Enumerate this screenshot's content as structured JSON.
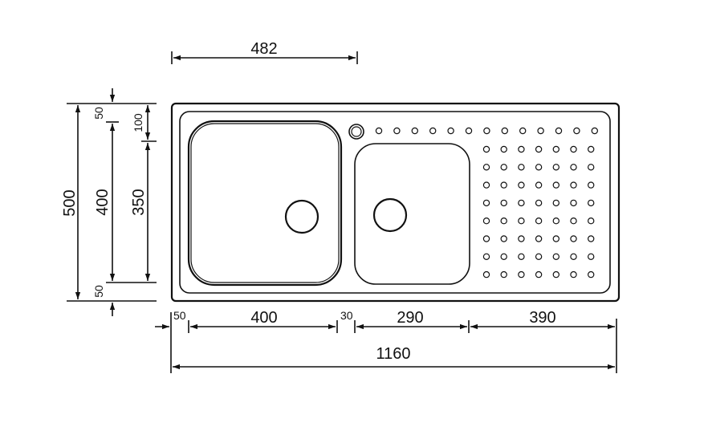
{
  "dimensions": {
    "top_width": "482",
    "left_total": "500",
    "left_inner": "400",
    "left_top_margin": "50",
    "left_bottom_margin": "50",
    "right_top": "100",
    "right_main": "350",
    "bottom_edge": "50",
    "bowl_large": "400",
    "gap": "30",
    "bowl_small": "290",
    "drainer": "390",
    "total_width": "1160"
  }
}
